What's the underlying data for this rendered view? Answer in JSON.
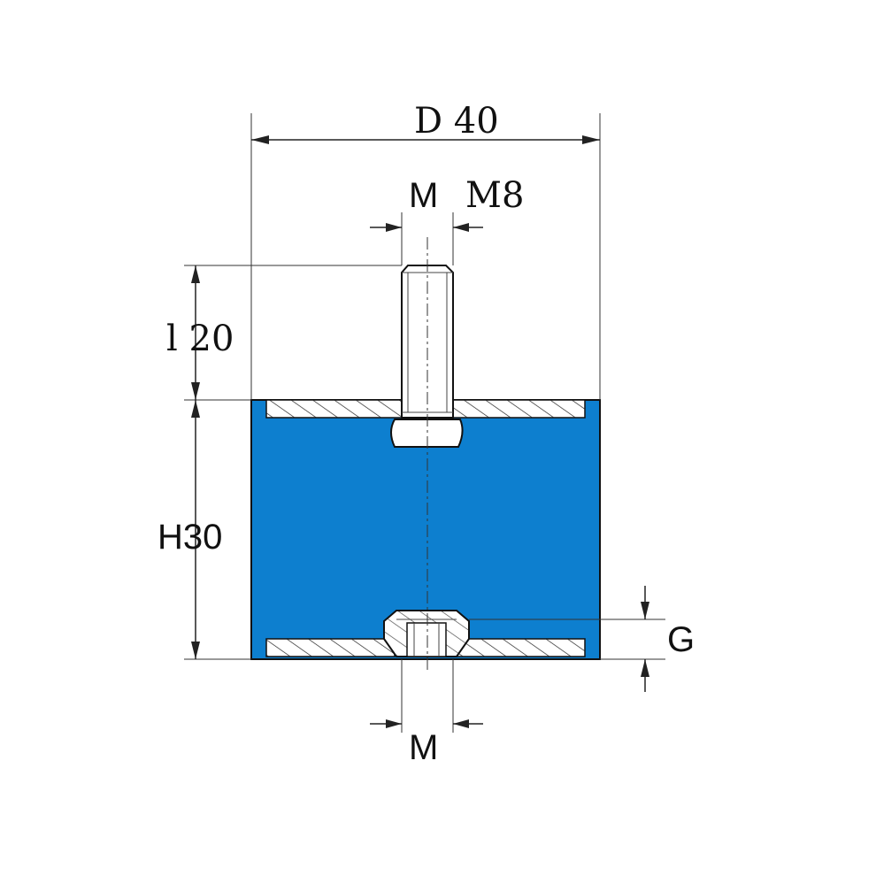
{
  "labels": {
    "diameter": "D 40",
    "stud_thread_m": "M",
    "stud_thread_size": "M8",
    "stud_length": "l 20",
    "height": "H30",
    "nut_height": "G",
    "bottom_thread": "M"
  },
  "colors": {
    "rubber": "#0d7fcf",
    "metal": "#ffffff",
    "line": "#111111"
  }
}
